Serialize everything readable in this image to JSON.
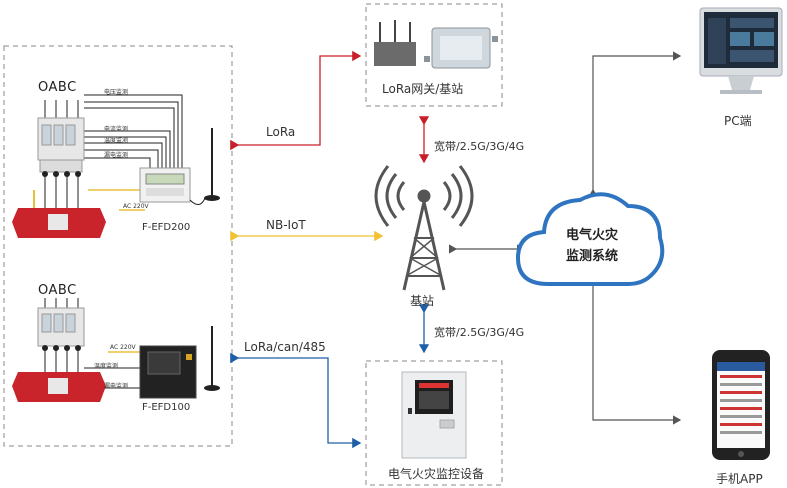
{
  "left_group": {
    "top": {
      "phase_label": "OABC",
      "lines": [
        "电压监测",
        "电流监测",
        "温度监测",
        "漏电监测"
      ],
      "ac_label": "AC 220V",
      "device_name": "F-EFD200"
    },
    "bottom": {
      "phase_label": "OABC",
      "ac_label": "AC 220V",
      "lines": [
        "温度监测",
        "漏电监测"
      ],
      "device_name": "F-EFD100"
    }
  },
  "links": {
    "lora": "LoRa",
    "nbiot": "NB-IoT",
    "lora_can": "LoRa/can/485",
    "broadband_top": "宽带/2.5G/3G/4G",
    "broadband_bottom": "宽带/2.5G/3G/4G"
  },
  "gateway_label": "LoRa网关/基站",
  "tower_label": "基站",
  "cloud_label_line1": "电气火灾",
  "cloud_label_line2": "监测系统",
  "pc_label": "PC端",
  "phone_label": "手机APP",
  "cabinet_label": "电气火灾监控设备",
  "colors": {
    "lora_red": "#c8202a",
    "nbiot_yellow": "#f2c230",
    "can_blue": "#1f5fa8",
    "gray_line": "#666666",
    "breaker_red": "#c9242b",
    "cloud_stroke": "#2f74c0"
  }
}
